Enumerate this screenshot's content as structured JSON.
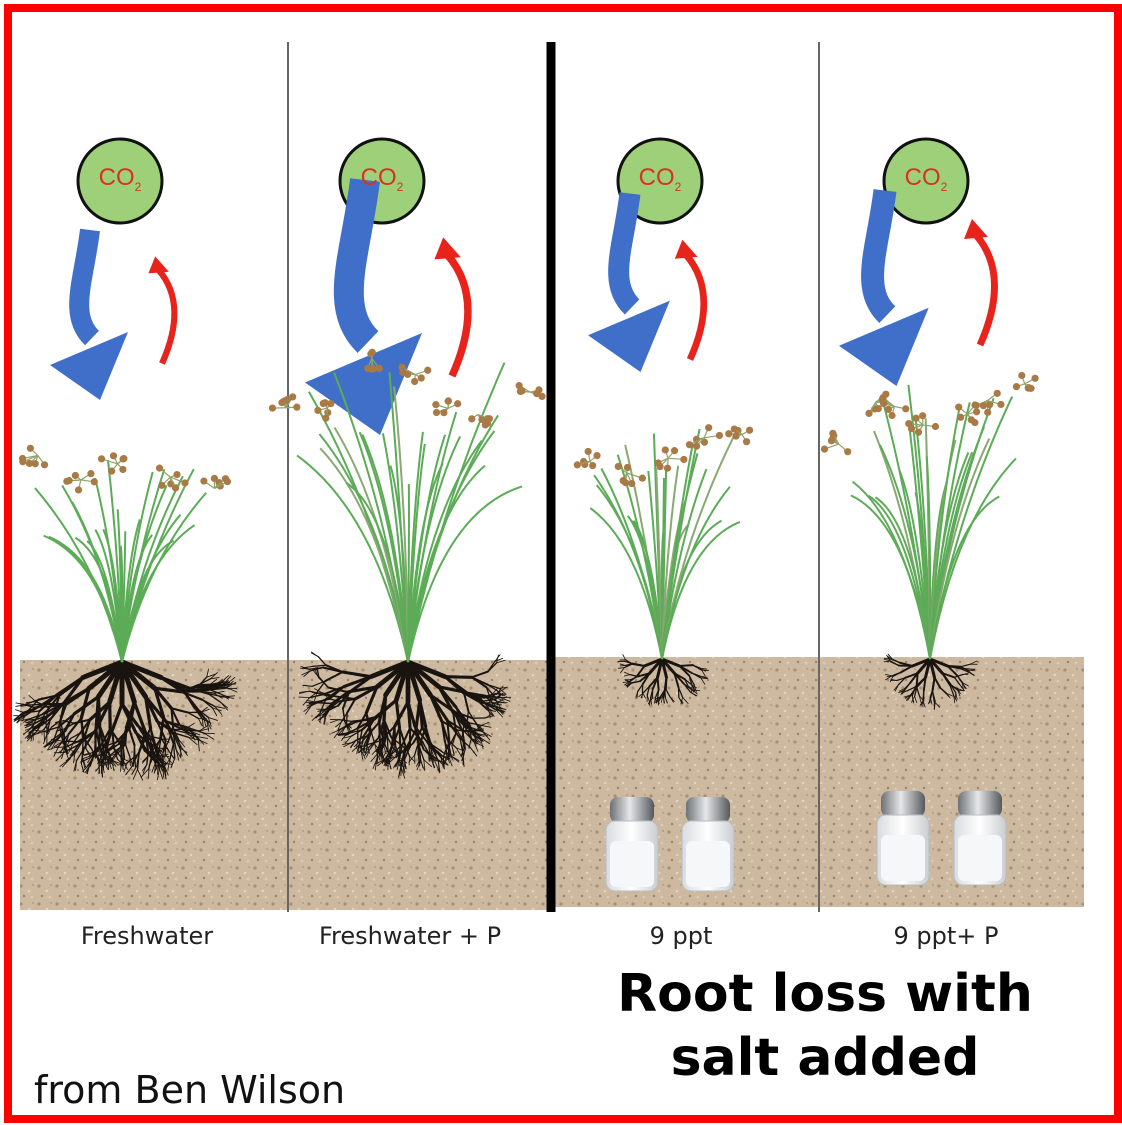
{
  "co2_label": "CO",
  "co2_subscript": "2",
  "panels": [
    {
      "label": "Freshwater"
    },
    {
      "label": "Freshwater + P"
    },
    {
      "label": "9 ppt"
    },
    {
      "label": "9 ppt+ P"
    }
  ],
  "caption": {
    "line1": "Root loss with",
    "line2": "salt added"
  },
  "credit": "from Ben Wilson",
  "colors": {
    "frame": "#ff0000",
    "uptake_arrow": "#3f6fc9",
    "release_arrow": "#e8231c",
    "co2_circle": "#9ed07a",
    "soil": "#c9b59c",
    "roots": "#1a1410",
    "grass": "#5cab57",
    "flowers": "#a97a45"
  }
}
